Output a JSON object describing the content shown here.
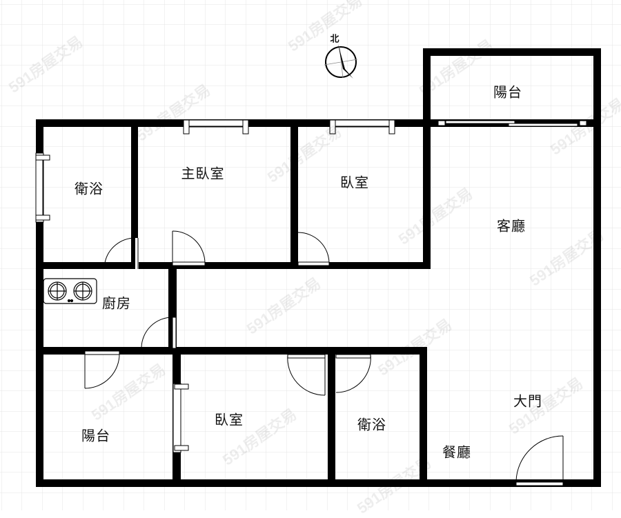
{
  "plan": {
    "background": "#ffffff",
    "grid_color": "#e6e6e6",
    "wall_color": "#000000"
  },
  "compass": {
    "label": "北"
  },
  "rooms": {
    "bath_nw": {
      "label": "衛浴"
    },
    "master_bedroom": {
      "label": "主臥室"
    },
    "bedroom_north": {
      "label": "臥室"
    },
    "balcony_ne": {
      "label": "陽台"
    },
    "living_room": {
      "label": "客廳"
    },
    "kitchen": {
      "label": "廚房"
    },
    "balcony_sw": {
      "label": "陽台"
    },
    "bedroom_south": {
      "label": "臥室"
    },
    "bath_south": {
      "label": "衛浴"
    },
    "entrance": {
      "label": "大門"
    },
    "dining_room": {
      "label": "餐廳"
    }
  },
  "watermark": {
    "text": "591房屋交易"
  }
}
